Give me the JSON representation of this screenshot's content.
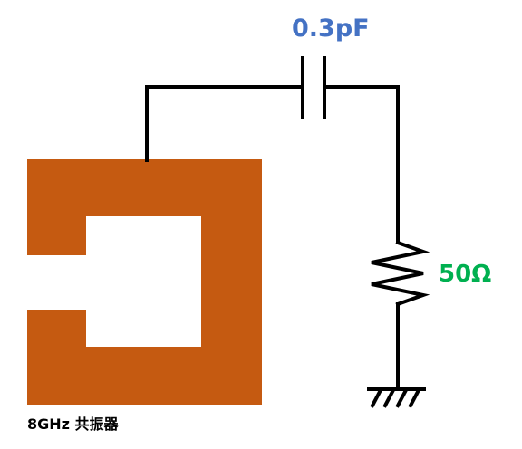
{
  "colors": {
    "resonator_fill": "#c55a11",
    "capacitor_label": "#4472c4",
    "resistor_label": "#00b050",
    "wire": "#000000",
    "resonator_label": "#000000"
  },
  "capacitor": {
    "value_label": "0.3pF"
  },
  "resistor": {
    "value_label": "50Ω"
  },
  "resonator": {
    "label": "8GHz 共振器"
  },
  "ground": {
    "icon": "ground-symbol-icon"
  }
}
